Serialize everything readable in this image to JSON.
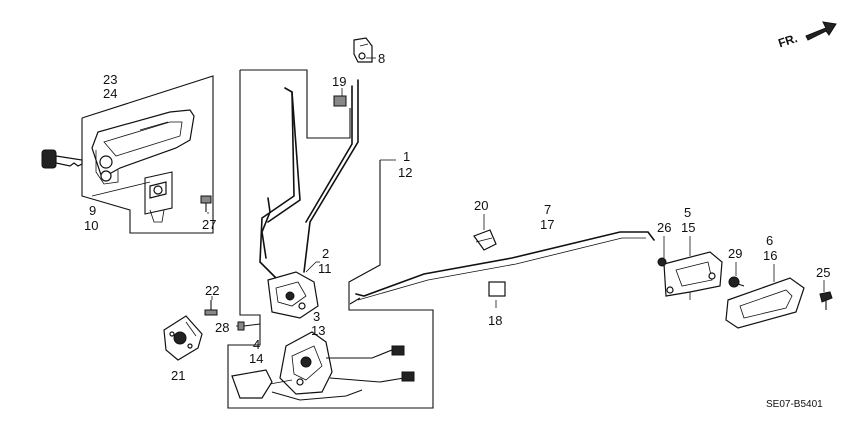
{
  "direction_label": "FR.",
  "diagram_code": "SE07-B5401",
  "callouts": {
    "c23": "23",
    "c24": "24",
    "c9": "9",
    "c10": "10",
    "c27": "27",
    "c19": "19",
    "c8": "8",
    "c1": "1",
    "c12": "12",
    "c2": "2",
    "c11": "11",
    "c22": "22",
    "c28": "28",
    "c3": "3",
    "c13": "13",
    "c4": "4",
    "c14": "14",
    "c21": "21",
    "c20": "20",
    "c7": "7",
    "c17": "17",
    "c18": "18",
    "c26": "26",
    "c5": "5",
    "c15": "15",
    "c29": "29",
    "c6": "6",
    "c16": "16",
    "c25": "25"
  }
}
